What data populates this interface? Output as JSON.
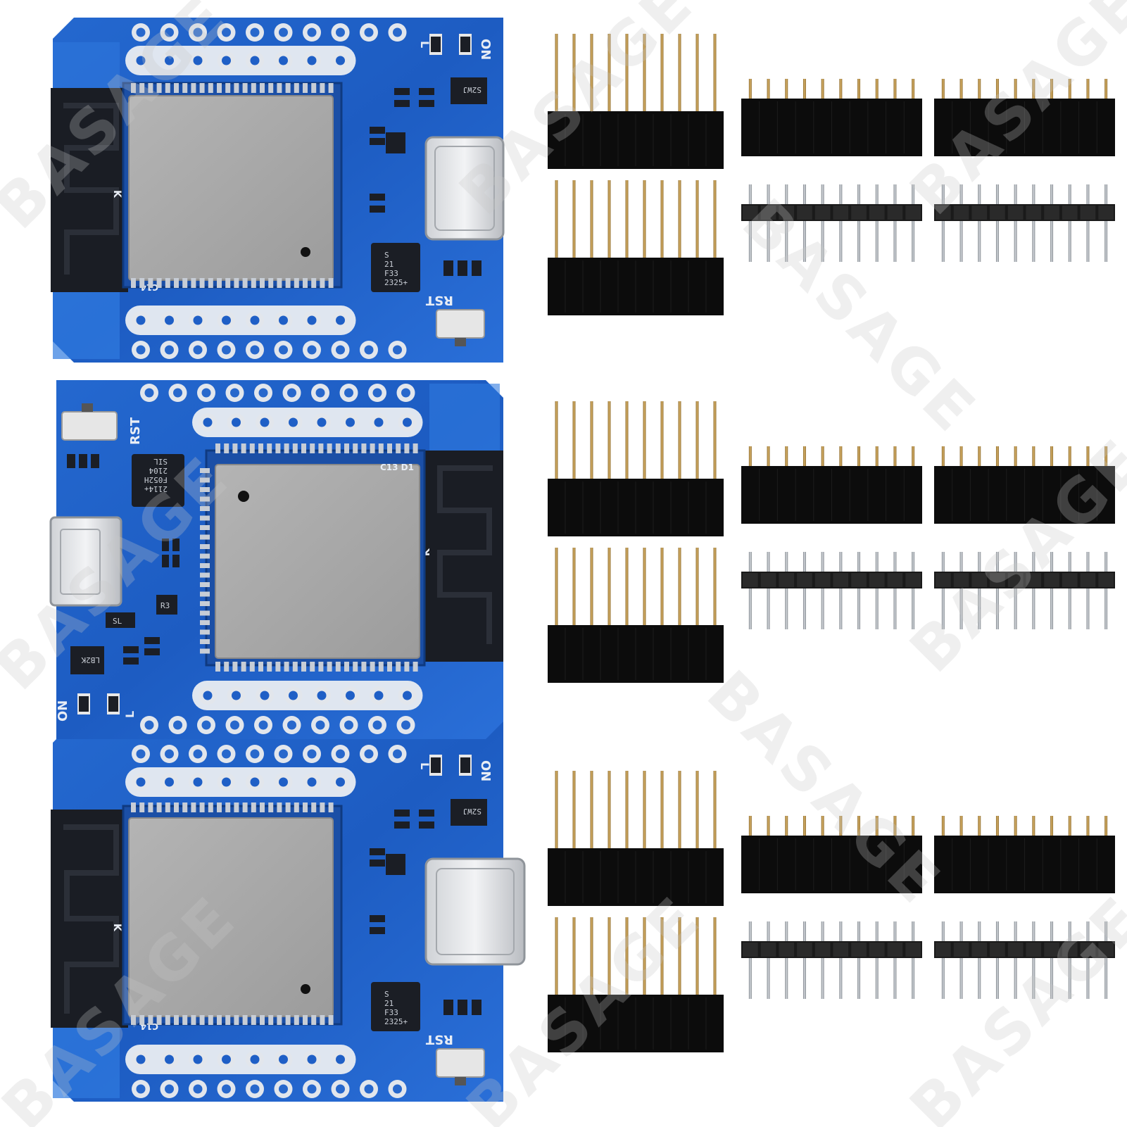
{
  "colors": {
    "pcb": "#1f5fc6",
    "pcb_edge": "#2a70d6",
    "pcb_dark": "#184a9e",
    "shield": "#a8a8a8",
    "antenna": "#1a1d24",
    "header_body": "#0c0c0c",
    "pin_gold": "#b78a3c",
    "pin_silver": "#9aa0a6",
    "pad": "#e2e6ec"
  },
  "watermark": {
    "text": "BASAGE"
  },
  "boards": [
    {
      "name": "top",
      "usb": "type-c",
      "rst_label": "RST",
      "on_label": "ON",
      "side_label": "L",
      "antenna_label": "K",
      "module_label": "C14",
      "chip_lines": [
        "S",
        "21",
        "F33",
        "2325+"
      ],
      "reg_label": "S2WJ"
    },
    {
      "name": "middle",
      "usb": "micro",
      "rst_label": "RST",
      "on_label": "ON",
      "side_label": "L",
      "antenna_label": "K",
      "module_label": "C13 D1",
      "chip_lines": [
        "SIL",
        "2104",
        "F052H",
        "2114+"
      ],
      "reg_label": "LB2K",
      "small_label": "SL",
      "res_label": "R3"
    },
    {
      "name": "bottom",
      "usb": "type-c",
      "rst_label": "RST",
      "on_label": "ON",
      "side_label": "L",
      "antenna_label": "K",
      "module_label": "C14",
      "chip_lines": [
        "S",
        "21",
        "F33",
        "2325+"
      ],
      "reg_label": "S2WJ"
    }
  ],
  "header_sets": [
    {
      "group": "top",
      "female_long_pin": 2,
      "female_short_pin": 2,
      "male_pin": 2,
      "pins_per_header": 10
    },
    {
      "group": "middle",
      "female_long_pin": 2,
      "female_short_pin": 2,
      "male_pin": 2,
      "pins_per_header": 10
    },
    {
      "group": "bottom",
      "female_long_pin": 2,
      "female_short_pin": 2,
      "male_pin": 2,
      "pins_per_header": 10
    }
  ]
}
